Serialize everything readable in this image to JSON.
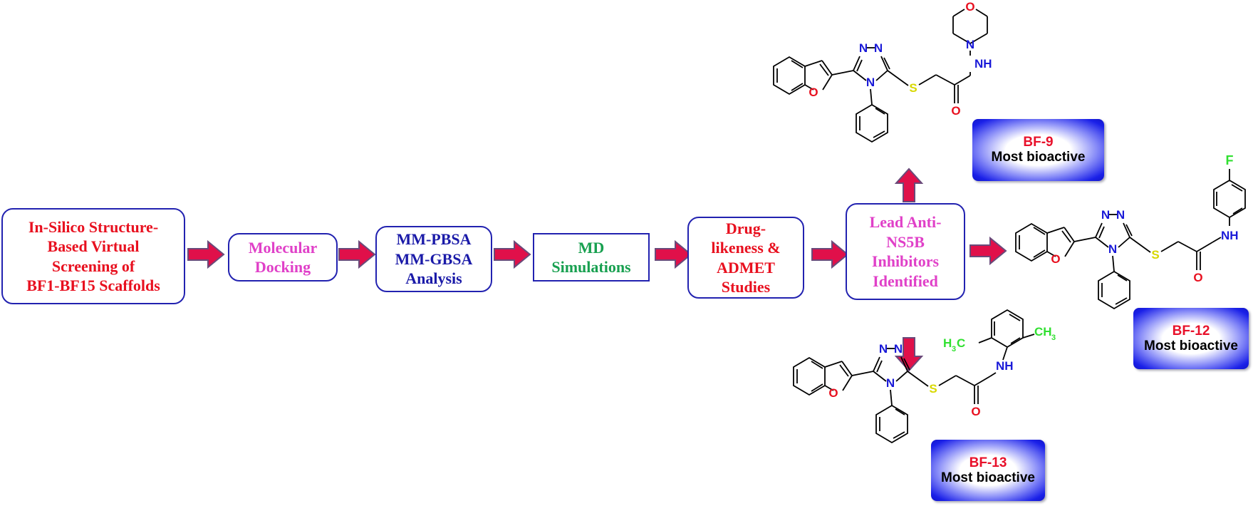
{
  "workflow": {
    "steps": [
      {
        "label": "In-Silico Structure-\nBased Virtual\nScreening of\nBF1-BF15 Scaffolds",
        "color": "#e8101f"
      },
      {
        "label": "Molecular\nDocking",
        "color": "#e040c8"
      },
      {
        "label": "MM-PBSA\nMM-GBSA\nAnalysis",
        "color": "#1a1aa8"
      },
      {
        "label": "MD\nSimulations",
        "color": "#18a050"
      },
      {
        "label": "Drug-\nlikeness &\nADMET\nStudies",
        "color": "#e8101f"
      },
      {
        "label": "Lead  Anti-\nNS5B\nInhibitors\nIdentified",
        "color": "#e040c8"
      }
    ],
    "arrow_color": "#e0104a"
  },
  "compounds": [
    {
      "code": "BF-9",
      "activity": "Most bioactive"
    },
    {
      "code": "BF-12",
      "activity": "Most bioactive"
    },
    {
      "code": "BF-13",
      "activity": "Most bioactive"
    }
  ],
  "atoms": {
    "N": "N",
    "O": "O",
    "S": "S",
    "F": "F",
    "NH": "NH",
    "N_H": "N",
    "H_bottom": "H",
    "H3C_H": "H",
    "H3C_3": "3",
    "H3C_C": "C",
    "CH3_C": "CH",
    "CH3_3": "3"
  },
  "atom_colors": {
    "N": "#1a1ad8",
    "O": "#e8101f",
    "S": "#d8d800",
    "F": "#30e030",
    "CH3": "#30e030"
  }
}
